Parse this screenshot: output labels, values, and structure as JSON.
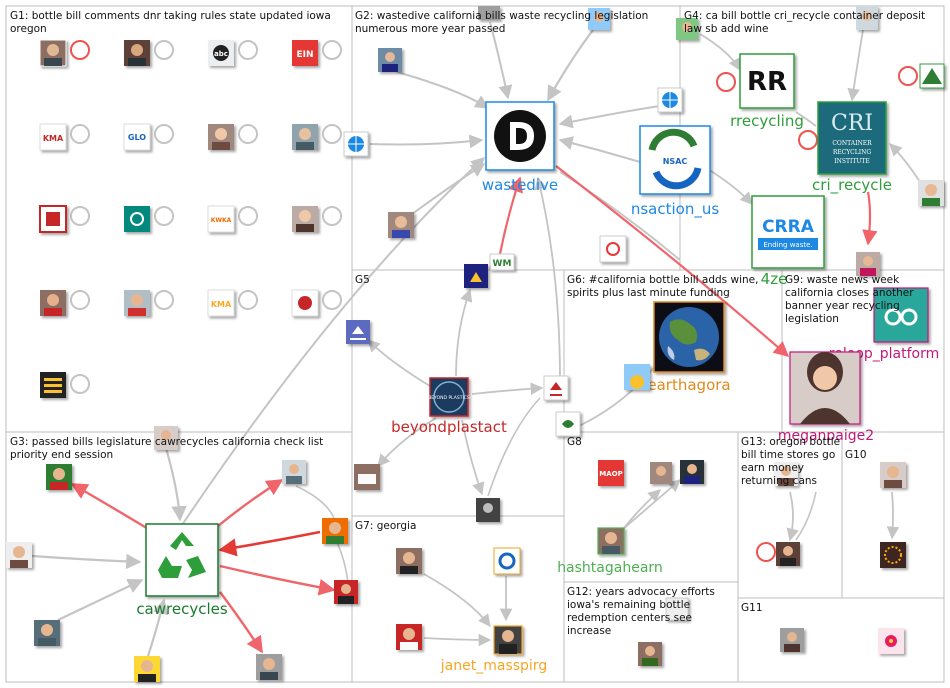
{
  "colors": {
    "background": "#ffffff",
    "group_border": "#bdbdbd",
    "edge_gray": "#c4c4c4",
    "edge_red": "#f0656b",
    "edge_red_strong": "#e53935",
    "wastedive_blue": "#1e88e5",
    "cri_green": "#2e9e3a",
    "cawrecycles_green": "#1b7a2e",
    "hashtag_green": "#4caf50",
    "beyondplast_red": "#c62828",
    "janet_orange": "#f5a623",
    "earthagora_orange": "#e08a1e",
    "magenta": "#c2187a",
    "self_loop_red": "#ef5350"
  },
  "groups": [
    {
      "id": "G1",
      "label_lines": [
        "G1: bottle bill comments dnr taking rules state updated iowa",
        "oregon"
      ]
    },
    {
      "id": "G2",
      "label_lines": [
        "G2: wastedive california bills waste recycling legislation",
        "numerous more year passed"
      ]
    },
    {
      "id": "G4",
      "label_lines": [
        "G4: ca bill bottle cri_recycle container deposit",
        "law sb add wine"
      ]
    },
    {
      "id": "G3",
      "label_lines": [
        "G3: passed bills legislature cawrecycles california check list",
        "priority end session"
      ]
    },
    {
      "id": "G5",
      "label_lines": [
        "G5"
      ]
    },
    {
      "id": "G6",
      "label_lines": [
        "G6: #california bottle bill adds wine,",
        "spirits plus last minute funding"
      ]
    },
    {
      "id": "G9",
      "label_lines": [
        "G9: waste news week",
        "california closes another",
        "banner year recycling",
        "legislation"
      ]
    },
    {
      "id": "G7",
      "label_lines": [
        "G7: georgia"
      ]
    },
    {
      "id": "G8",
      "label_lines": [
        "G8"
      ]
    },
    {
      "id": "G13",
      "label_lines": [
        "G13: oregon bottle",
        "bill time stores go",
        "earn money",
        "returning cans"
      ]
    },
    {
      "id": "G10",
      "label_lines": [
        "G10"
      ]
    },
    {
      "id": "G12",
      "label_lines": [
        "G12: years advocacy efforts",
        "iowa's remaining bottle",
        "redemption centers see",
        "increase"
      ]
    },
    {
      "id": "G11",
      "label_lines": [
        "G11"
      ]
    }
  ],
  "nodes": [
    {
      "id": "wastedive",
      "label": "wastedive",
      "icon": "wastedive-logo"
    },
    {
      "id": "nsaction_us",
      "label": "nsaction_us",
      "icon": "nsac-logo",
      "logo_text": "NSAC"
    },
    {
      "id": "rrecycling",
      "label": "rrecycling",
      "icon": "rr-logo",
      "logo_text": "RR"
    },
    {
      "id": "cri_recycle",
      "label": "cri_recycle",
      "icon": "cri-logo",
      "logo_text": "CRI",
      "logo_caption": [
        "CONTAINER",
        "RECYCLING",
        "INSTITUTE"
      ]
    },
    {
      "id": "crra",
      "label": "4ze",
      "icon": "crra-logo",
      "logo_text": "CRRA",
      "logo_caption": [
        "Ending waste."
      ]
    },
    {
      "id": "reloop_platform",
      "label": "reloop_platform",
      "icon": "reloop-logo"
    },
    {
      "id": "meganpaige2",
      "label": "meganpaige2",
      "icon": "person-photo"
    },
    {
      "id": "earthagora",
      "label": "earthagora",
      "icon": "earth-photo"
    },
    {
      "id": "beyondplastact",
      "label": "beyondplastact",
      "icon": "beyond-plastics-logo",
      "logo_text": "BEYOND PLASTICS"
    },
    {
      "id": "cawrecycles",
      "label": "cawrecycles",
      "icon": "recycle-logo"
    },
    {
      "id": "hashtagahearn",
      "label": "hashtagahearn",
      "icon": "person-photo"
    },
    {
      "id": "janet_masspirg",
      "label": "janet_masspirg",
      "icon": "person-photo"
    }
  ],
  "badges": {
    "abc": "abc",
    "ein": "EIN",
    "kma": "KMA",
    "glo": "GLO",
    "kwka": "KWKA",
    "kmaland": "KMA",
    "wm": "WM",
    "maop": "MAOP"
  }
}
